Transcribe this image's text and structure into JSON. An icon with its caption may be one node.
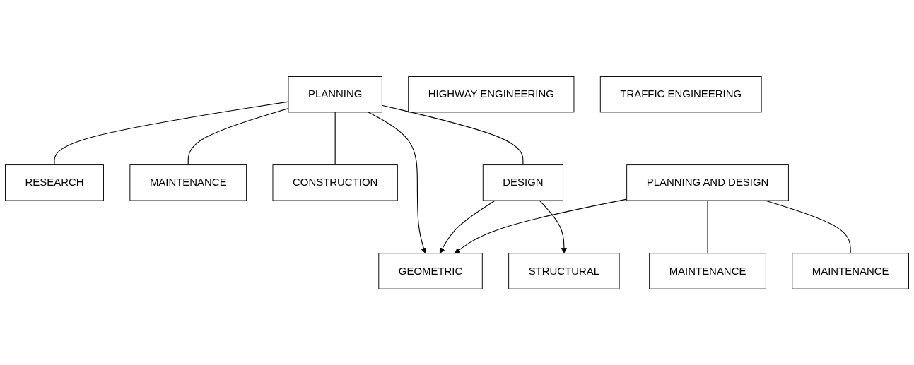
{
  "diagram": {
    "nodes": [
      {
        "text": [
          "HIGHWAY ENGINEERING"
        ]
      },
      {
        "text": [
          "TRAFFIC ENGINEERING"
        ]
      },
      {
        "text": [
          "PLANNING"
        ]
      },
      {
        "text": [
          "GEOMETRIC"
        ]
      },
      {
        "text": [
          "PLANNING AND DESIGN"
        ]
      },
      {
        "text": [
          "DESIGN"
        ]
      },
      {
        "text": [
          "STRUCTURAL"
        ]
      },
      {
        "text": [
          "CONSTRUCTION"
        ]
      },
      {
        "text": [
          "MAINTENANCE"
        ]
      },
      {
        "text": [
          "RESEARCH"
        ]
      },
      {
        "text": [
          "MAINTENANCE"
        ]
      },
      {
        "text": [
          "MAINTENANCE"
        ]
      }
    ],
    "edges": [
      {
        "from": 2,
        "to": 3,
        "arrow": "to"
      },
      {
        "from": 5,
        "to": 3,
        "arrow": "to"
      },
      {
        "from": 5,
        "to": 6,
        "arrow": "to"
      },
      {
        "from": 4,
        "to": 3,
        "arrow": "to"
      },
      {
        "from": 2,
        "to": 5,
        "arrow": "none"
      },
      {
        "from": 2,
        "to": 7,
        "arrow": "none"
      },
      {
        "from": 2,
        "to": 8,
        "arrow": "none"
      },
      {
        "from": 2,
        "to": 9,
        "arrow": "none"
      },
      {
        "from": 4,
        "to": 10,
        "arrow": "none"
      },
      {
        "from": 4,
        "to": 11,
        "arrow": "none"
      }
    ]
  }
}
